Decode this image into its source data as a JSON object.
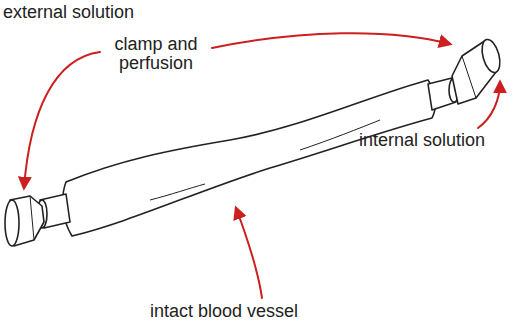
{
  "diagram": {
    "labels": [
      "external solution",
      "clamp and perfusion",
      "internal solution",
      "intact blood vessel"
    ]
  }
}
